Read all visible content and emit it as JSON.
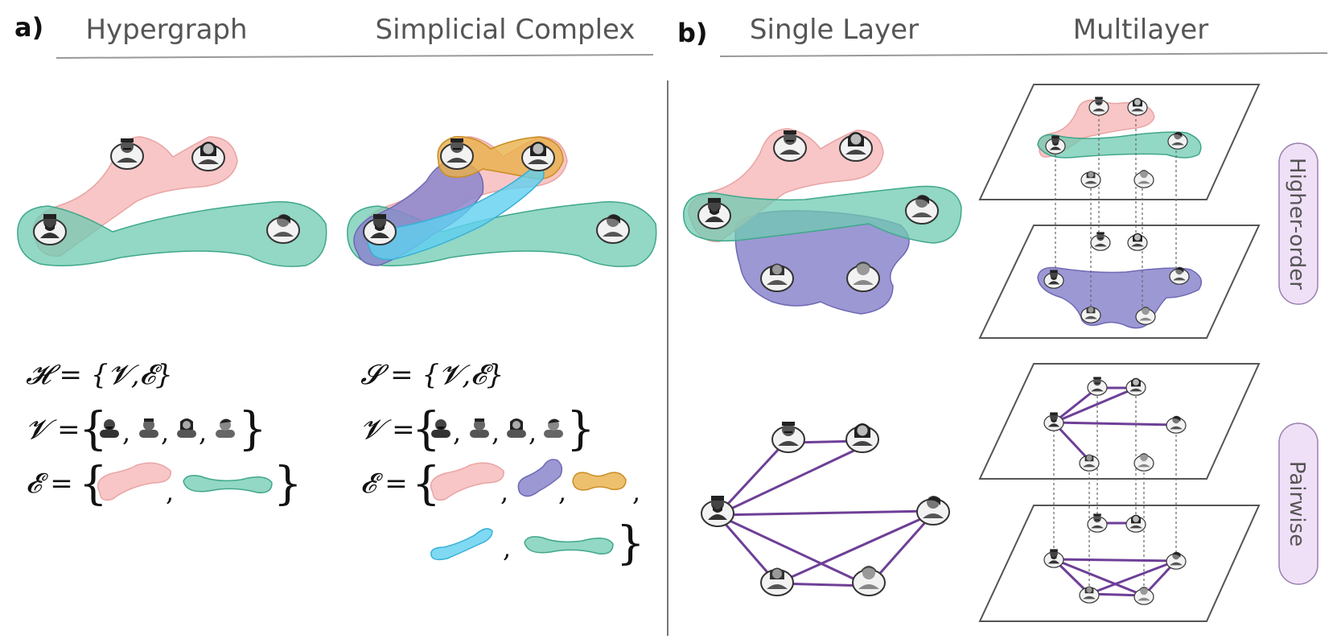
{
  "panel_a": {
    "letter": "a)",
    "titles": [
      "Hypergraph",
      "Simplicial Complex"
    ],
    "hypergraph_eq": {
      "h": "𝓗 = {𝓥,𝓔}",
      "v": "𝓥 =",
      "e": "𝓔 ="
    },
    "simplicial_eq": {
      "s": "𝓢 = {𝓥,𝓔}",
      "v": "𝓥 =",
      "e": "𝓔 ="
    }
  },
  "panel_b": {
    "letter": "b)",
    "titles": [
      "Single Layer",
      "Multilayer"
    ],
    "pills": [
      "Higher-order",
      "Pairwise"
    ]
  },
  "colors": {
    "pink": "#f7bcbc",
    "teal": "#6fcab2",
    "purple": "#8b86cc",
    "gold": "#e9b04a",
    "cyan": "#5fd0ef",
    "link": "#6e3f97",
    "pill": "#efe0f7"
  }
}
